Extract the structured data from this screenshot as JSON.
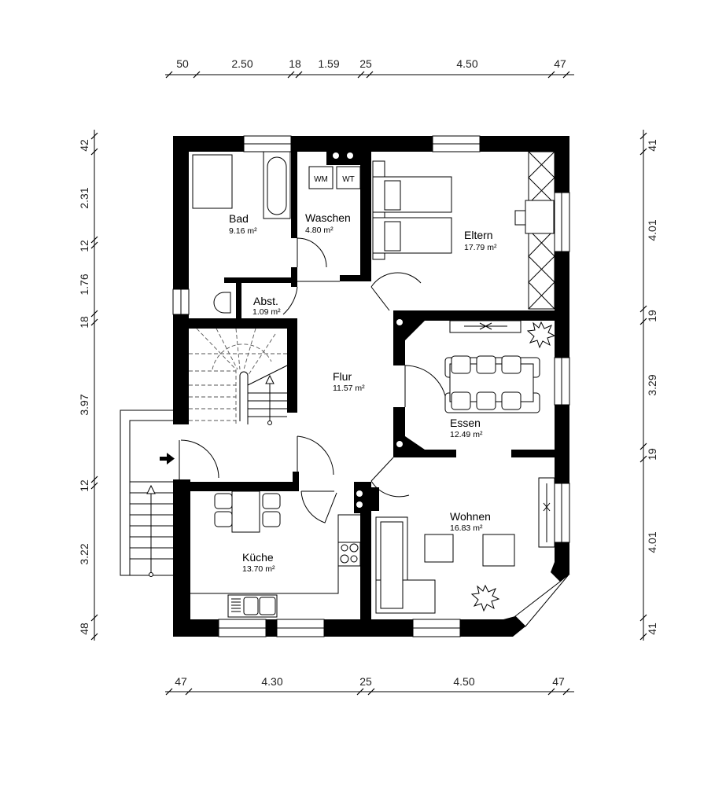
{
  "rooms": {
    "bad": {
      "name": "Bad",
      "area": "9.16 m²"
    },
    "waschen": {
      "name": "Waschen",
      "area": "4.80 m²"
    },
    "eltern": {
      "name": "Eltern",
      "area": "17.79 m²"
    },
    "abst": {
      "name": "Abst.",
      "area": "1.09 m²"
    },
    "flur": {
      "name": "Flur",
      "area": "11.57 m²"
    },
    "essen": {
      "name": "Essen",
      "area": "12.49 m²"
    },
    "wohnen": {
      "name": "Wohnen",
      "area": "16.83 m²"
    },
    "kueche": {
      "name": "Küche",
      "area": "13.70 m²"
    }
  },
  "appliances": {
    "washer": "WM",
    "dryer": "WT"
  },
  "dimensions": {
    "top": [
      "50",
      "2.50",
      "18",
      "1.59",
      "25",
      "4.50",
      "47"
    ],
    "bottom": [
      "47",
      "4.30",
      "25",
      "4.50",
      "47"
    ],
    "left": [
      "42",
      "2.31",
      "12",
      "1.76",
      "18",
      "3.97",
      "12",
      "3.22",
      "48"
    ],
    "right": [
      "41",
      "4.01",
      "19",
      "3.29",
      "19",
      "4.01",
      "41"
    ]
  }
}
